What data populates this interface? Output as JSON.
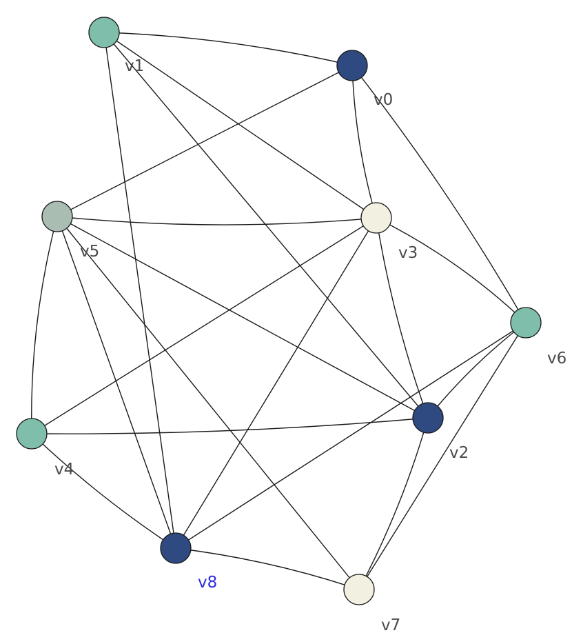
{
  "colors": {
    "teal": "#7fbeab",
    "navy": "#2e4a80",
    "cream": "#f2f0e1",
    "gray_green": "#a9bdb3",
    "edge": "#1a1a1a",
    "label": "#4a4a4a",
    "label_highlight": "#2a2ae0"
  },
  "nodes": [
    {
      "id": "v0",
      "label": "v0",
      "fill": "navy"
    },
    {
      "id": "v1",
      "label": "v1",
      "fill": "teal"
    },
    {
      "id": "v2",
      "label": "v2",
      "fill": "navy"
    },
    {
      "id": "v3",
      "label": "v3",
      "fill": "cream"
    },
    {
      "id": "v4",
      "label": "v4",
      "fill": "teal"
    },
    {
      "id": "v5",
      "label": "v5",
      "fill": "gray_green"
    },
    {
      "id": "v6",
      "label": "v6",
      "fill": "teal"
    },
    {
      "id": "v7",
      "label": "v7",
      "fill": "cream"
    },
    {
      "id": "v8",
      "label": "v8",
      "fill": "navy",
      "highlight": true
    }
  ],
  "edges": [
    [
      "v1",
      "v0"
    ],
    [
      "v1",
      "v3"
    ],
    [
      "v1",
      "v2"
    ],
    [
      "v1",
      "v8"
    ],
    [
      "v0",
      "v5"
    ],
    [
      "v0",
      "v3"
    ],
    [
      "v0",
      "v6"
    ],
    [
      "v5",
      "v3"
    ],
    [
      "v5",
      "v2"
    ],
    [
      "v5",
      "v4"
    ],
    [
      "v5",
      "v8"
    ],
    [
      "v5",
      "v7"
    ],
    [
      "v3",
      "v6"
    ],
    [
      "v3",
      "v4"
    ],
    [
      "v3",
      "v8"
    ],
    [
      "v3",
      "v2"
    ],
    [
      "v6",
      "v2"
    ],
    [
      "v6",
      "v8"
    ],
    [
      "v6",
      "v7"
    ],
    [
      "v4",
      "v2"
    ],
    [
      "v4",
      "v8"
    ],
    [
      "v2",
      "v7"
    ],
    [
      "v8",
      "v7"
    ]
  ]
}
